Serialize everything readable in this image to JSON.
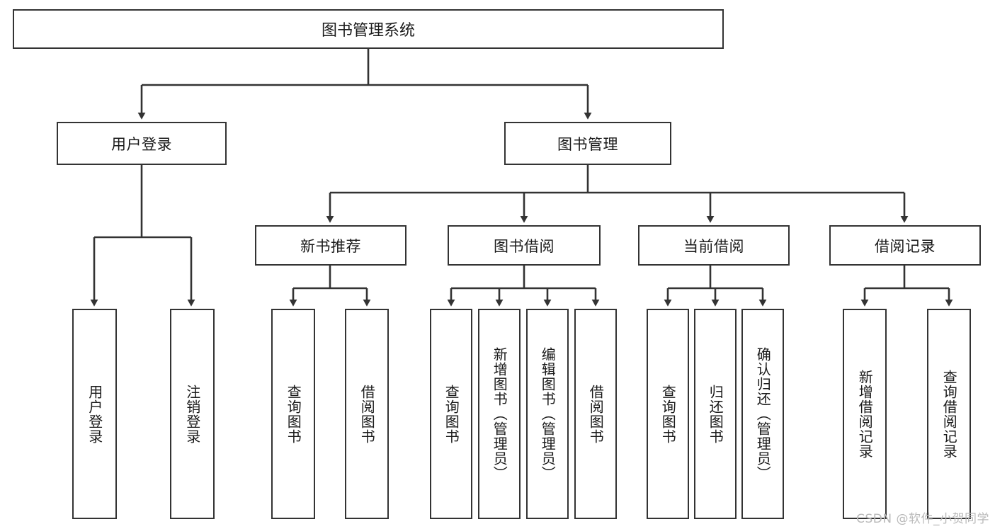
{
  "diagram": {
    "title": "图书管理系统",
    "type": "tree-hierarchy-diagram",
    "colors": {
      "box_border": "#333333",
      "box_fill": "#ffffff",
      "connector": "#333333",
      "text": "#1a1a1a",
      "watermark": "#b9b9b9",
      "background": "#ffffff"
    },
    "nodes": {
      "root": {
        "label": "图书管理系统"
      },
      "level2": [
        {
          "id": "user-login",
          "label": "用户登录"
        },
        {
          "id": "book-manage",
          "label": "图书管理"
        }
      ],
      "level3": [
        {
          "id": "new-book-rec",
          "label": "新书推荐"
        },
        {
          "id": "book-borrow",
          "label": "图书借阅"
        },
        {
          "id": "current-borrow",
          "label": "当前借阅"
        },
        {
          "id": "borrow-record",
          "label": "借阅记录"
        }
      ],
      "leaves": [
        {
          "id": "leaf-user-login",
          "label": "用户登录",
          "parent": "user-login"
        },
        {
          "id": "leaf-logout-login",
          "label": "注销登录",
          "parent": "user-login"
        },
        {
          "id": "leaf-query-book-1",
          "label": "查询图书",
          "parent": "new-book-rec"
        },
        {
          "id": "leaf-borrow-book-1",
          "label": "借阅图书",
          "parent": "new-book-rec"
        },
        {
          "id": "leaf-query-book-2",
          "label": "查询图书",
          "parent": "book-borrow"
        },
        {
          "id": "leaf-add-book",
          "label": "新增图书（管理员）",
          "parent": "book-borrow"
        },
        {
          "id": "leaf-edit-book",
          "label": "编辑图书（管理员）",
          "parent": "book-borrow"
        },
        {
          "id": "leaf-borrow-book-2",
          "label": "借阅图书",
          "parent": "book-borrow"
        },
        {
          "id": "leaf-query-book-3",
          "label": "查询图书",
          "parent": "current-borrow"
        },
        {
          "id": "leaf-return-book",
          "label": "归还图书",
          "parent": "current-borrow"
        },
        {
          "id": "leaf-confirm-return",
          "label": "确认归还（管理员）",
          "parent": "current-borrow"
        },
        {
          "id": "leaf-add-record",
          "label": "新增借阅记录",
          "parent": "borrow-record"
        },
        {
          "id": "leaf-query-record",
          "label": "查询借阅记录",
          "parent": "borrow-record"
        }
      ]
    },
    "watermark": "CSDN @软件_小贺同学"
  }
}
